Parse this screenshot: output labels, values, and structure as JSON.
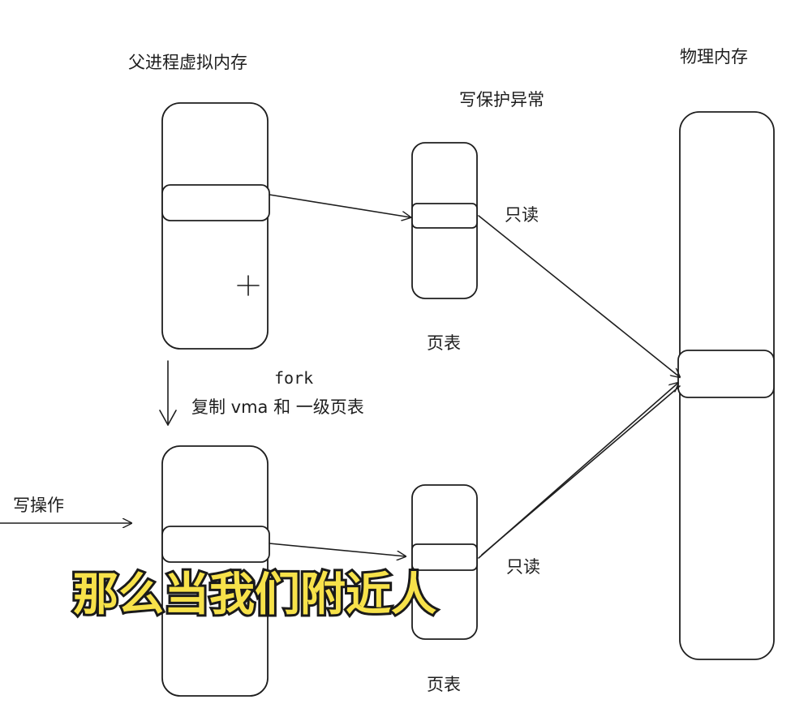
{
  "labels": {
    "parent_vm": "父进程虚拟内存",
    "physical_mem": "物理内存",
    "write_protect_fault": "写保护异常",
    "read_only_top": "只读",
    "page_table_top": "页表",
    "fork": "fork",
    "copy_vma": "复制 vma 和 一级页表",
    "write_op": "写操作",
    "read_only_bottom": "只读",
    "page_table_bottom": "页表"
  },
  "caption": "那么当我们附近人",
  "colors": {
    "stroke": "#1e1e1e",
    "caption_fill": "#f7e24a",
    "caption_outline": "#1a1a1a",
    "background": "#ffffff"
  },
  "icons": {
    "cursor": "crosshair-cursor-icon"
  }
}
